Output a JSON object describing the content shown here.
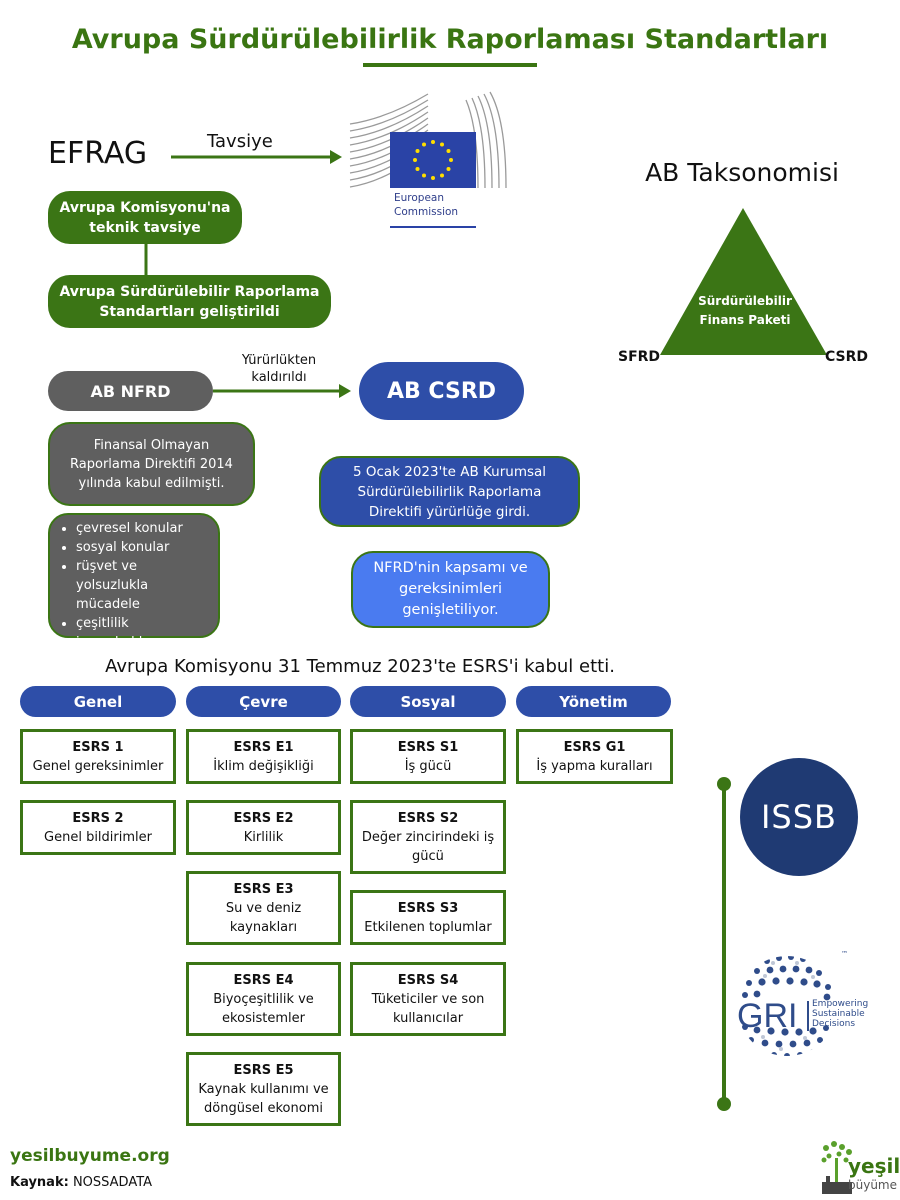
{
  "title": "Avrupa Sürdürülebilirlik Raporlaması Standartları",
  "efrag": {
    "label": "EFRAG",
    "arrow_label": "Tavsiye",
    "step1": "Avrupa Komisyonu'na teknik tavsiye",
    "step2": "Avrupa Sürdürülebilir Raporlama Standartları geliştirildi"
  },
  "ec_logo": {
    "line1": "European",
    "line2": "Commission"
  },
  "taxonomy": {
    "title": "AB Taksonomisi",
    "center": "Sürdürülebilir Finans Paketi",
    "left": "SFRD",
    "right": "CSRD"
  },
  "nfrd": {
    "label": "AB NFRD",
    "arrow_label": "Yürürlükten kaldırıldı",
    "description": "Finansal Olmayan Raporlama Direktifi 2014 yılında kabul edilmişti.",
    "topics": [
      "çevresel konular",
      "sosyal konular",
      "rüşvet ve yolsuzlukla mücadele",
      "çeşitlilik",
      "insan hakları"
    ]
  },
  "csrd": {
    "label": "AB CSRD",
    "description": "5 Ocak 2023'te AB Kurumsal Sürdürülebilirlik Raporlama Direktifi yürürlüğe girdi.",
    "note": "NFRD'nin kapsamı ve gereksinimleri genişletiliyor."
  },
  "esrs_heading": "Avrupa Komisyonu 31 Temmuz 2023'te ESRS'i kabul etti.",
  "categories": [
    "Genel",
    "Çevre",
    "Sosyal",
    "Yönetim"
  ],
  "standards": {
    "general": [
      {
        "code": "ESRS 1",
        "name": "Genel gereksinimler"
      },
      {
        "code": "ESRS 2",
        "name": "Genel bildirimler"
      }
    ],
    "environment": [
      {
        "code": "ESRS E1",
        "name": "İklim değişikliği"
      },
      {
        "code": "ESRS E2",
        "name": "Kirlilik"
      },
      {
        "code": "ESRS E3",
        "name": "Su ve deniz kaynakları"
      },
      {
        "code": "ESRS E4",
        "name": "Biyoçeşitlilik ve ekosistemler"
      },
      {
        "code": "ESRS E5",
        "name": "Kaynak kullanımı ve döngüsel ekonomi"
      }
    ],
    "social": [
      {
        "code": "ESRS S1",
        "name": "İş gücü"
      },
      {
        "code": "ESRS S2",
        "name": "Değer zincirindeki iş gücü"
      },
      {
        "code": "ESRS S3",
        "name": "Etkilenen toplumlar"
      },
      {
        "code": "ESRS S4",
        "name": "Tüketiciler ve son kullanıcılar"
      }
    ],
    "governance": [
      {
        "code": "ESRS G1",
        "name": "İş yapma kuralları"
      }
    ]
  },
  "issb": "ISSB",
  "gri": {
    "label": "GRI",
    "tagline1": "Empowering",
    "tagline2": "Sustainable",
    "tagline3": "Decisions",
    "tm": "™"
  },
  "footer": {
    "site": "yesilbuyume.org",
    "source_label": "Kaynak:",
    "source_value": "NOSSADATA",
    "brand_top": "yeşil",
    "brand_bottom": "büyüme"
  },
  "colors": {
    "green": "#3b7515",
    "title_green": "#3a7512",
    "blue": "#2e4ea8",
    "light_blue": "#4a7bf0",
    "grey": "#5f5f5f",
    "navy": "#1f3a73"
  }
}
